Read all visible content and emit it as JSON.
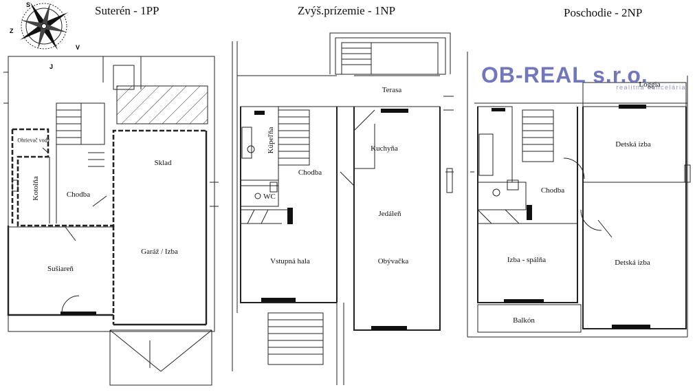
{
  "compass": {
    "icon": "compass-rose-icon",
    "letters": [
      "S",
      "V",
      "J",
      "Z"
    ]
  },
  "floors": [
    {
      "title": "Suterén - 1PP",
      "rooms": {
        "ohrievac": "Ohrievač vody",
        "kotolna": "Kotolňa",
        "chodba": "Chodba",
        "sklad": "Sklad",
        "susiaren": "Sušiareň",
        "garaz": "Garáž / Izba"
      }
    },
    {
      "title": "Zvýš.prízemie - 1NP",
      "rooms": {
        "terasa": "Terasa",
        "kupelna": "Kúpeľňa",
        "kuchyna": "Kuchyňa",
        "chodba": "Chodba",
        "wc": "WC",
        "jedalen": "Jedáleň",
        "vstupna_hala": "Vstupná hala",
        "obyvacka": "Obývačka"
      }
    },
    {
      "title": "Poschodie - 2NP",
      "rooms": {
        "loggia": "Loggia",
        "detska_izba_1": "Detská izba",
        "chodba": "Chodba",
        "izba_spalna": "Izba - spálňa",
        "detska_izba_2": "Detská izba",
        "balkon": "Balkón"
      }
    }
  ],
  "logo": {
    "name": "OB-REAL s.r.o.",
    "tagline": "realitná kancelária",
    "color": "#5a5fae"
  }
}
